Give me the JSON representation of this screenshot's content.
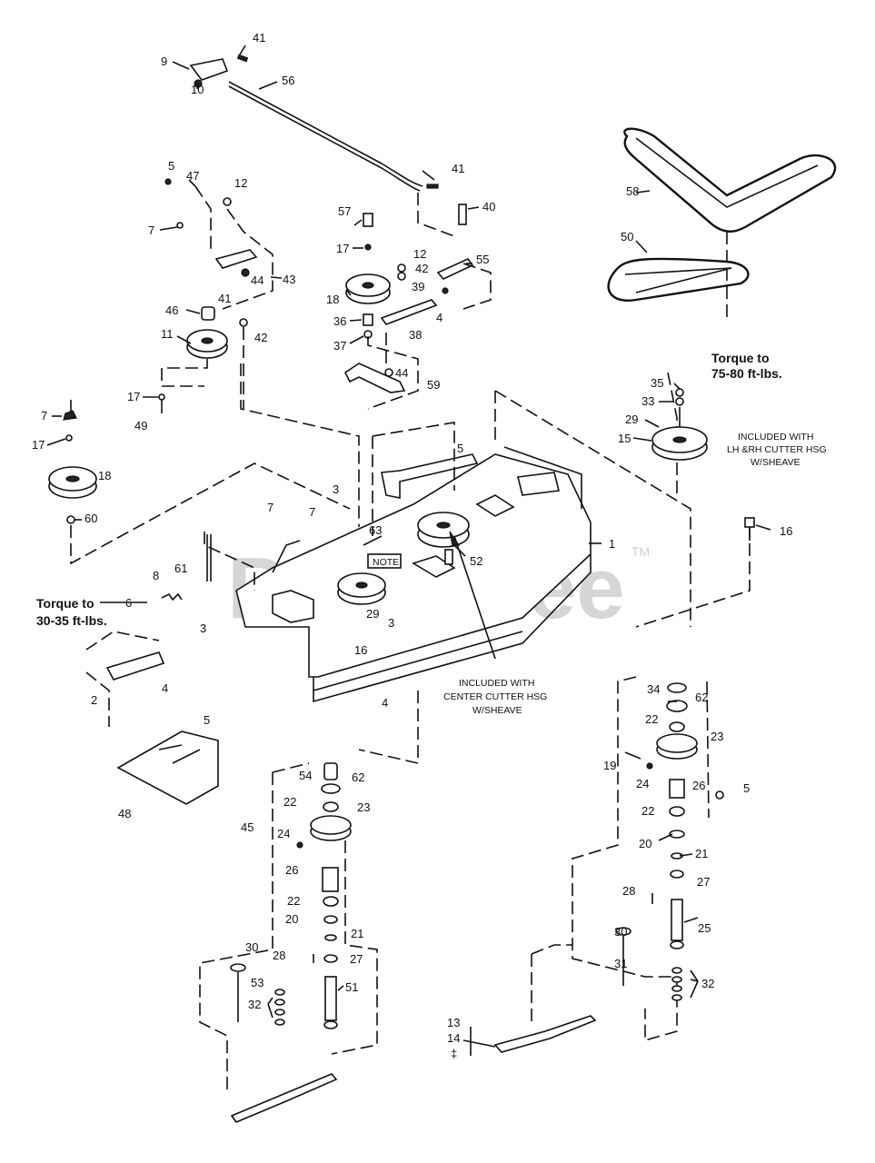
{
  "watermark": {
    "text": "PartsTree",
    "tm": "TM"
  },
  "notes": {
    "torque_top_line1": "Torque to",
    "torque_top_line2": "75-80 ft-lbs.",
    "torque_left_line1": "Torque to",
    "torque_left_line2": "30-35 ft-lbs.",
    "lh_rh_line1": "INCLUDED WITH",
    "lh_rh_line2": "LH &RH CUTTER HSG",
    "lh_rh_line3": "W/SHEAVE",
    "center_line1": "INCLUDED WITH",
    "center_line2": "CENTER CUTTER HSG",
    "center_line3": "W/SHEAVE",
    "note_box": "NOTE"
  },
  "callouts": [
    {
      "id": "c41a",
      "text": "41"
    },
    {
      "id": "c9",
      "text": "9"
    },
    {
      "id": "c10",
      "text": "10"
    },
    {
      "id": "c56",
      "text": "56"
    },
    {
      "id": "c41b",
      "text": "41"
    },
    {
      "id": "c5a",
      "text": "5"
    },
    {
      "id": "c47",
      "text": "47"
    },
    {
      "id": "c12a",
      "text": "12"
    },
    {
      "id": "c7a",
      "text": "7"
    },
    {
      "id": "c43",
      "text": "43"
    },
    {
      "id": "c44a",
      "text": "44"
    },
    {
      "id": "c41c",
      "text": "41"
    },
    {
      "id": "c46",
      "text": "46"
    },
    {
      "id": "c42a",
      "text": "42"
    },
    {
      "id": "c11",
      "text": "11"
    },
    {
      "id": "c17a",
      "text": "17"
    },
    {
      "id": "c49",
      "text": "49"
    },
    {
      "id": "c7b",
      "text": "7"
    },
    {
      "id": "c17b",
      "text": "17"
    },
    {
      "id": "c18a",
      "text": "18"
    },
    {
      "id": "c60",
      "text": "60"
    },
    {
      "id": "c57",
      "text": "57"
    },
    {
      "id": "c17c",
      "text": "17"
    },
    {
      "id": "c18b",
      "text": "18"
    },
    {
      "id": "c36",
      "text": "36"
    },
    {
      "id": "c37",
      "text": "37"
    },
    {
      "id": "c40",
      "text": "40"
    },
    {
      "id": "c12b",
      "text": "12"
    },
    {
      "id": "c42b",
      "text": "42"
    },
    {
      "id": "c55",
      "text": "55"
    },
    {
      "id": "c39",
      "text": "39"
    },
    {
      "id": "c4a",
      "text": "4"
    },
    {
      "id": "c38",
      "text": "38"
    },
    {
      "id": "c44b",
      "text": "44"
    },
    {
      "id": "c59",
      "text": "59"
    },
    {
      "id": "c58",
      "text": "58"
    },
    {
      "id": "c50",
      "text": "50"
    },
    {
      "id": "c35",
      "text": "35"
    },
    {
      "id": "c33",
      "text": "33"
    },
    {
      "id": "c29a",
      "text": "29"
    },
    {
      "id": "c15",
      "text": "15"
    },
    {
      "id": "c5b",
      "text": "5"
    },
    {
      "id": "c16a",
      "text": "16"
    },
    {
      "id": "c1",
      "text": "1"
    },
    {
      "id": "c3a",
      "text": "3"
    },
    {
      "id": "c7c",
      "text": "7"
    },
    {
      "id": "c7d",
      "text": "7"
    },
    {
      "id": "c63",
      "text": "63"
    },
    {
      "id": "c52",
      "text": "52"
    },
    {
      "id": "c61",
      "text": "61"
    },
    {
      "id": "c8",
      "text": "8"
    },
    {
      "id": "c6",
      "text": "6"
    },
    {
      "id": "c29b",
      "text": "29"
    },
    {
      "id": "c3b",
      "text": "3"
    },
    {
      "id": "c3c",
      "text": "3"
    },
    {
      "id": "c16b",
      "text": "16"
    },
    {
      "id": "c2",
      "text": "2"
    },
    {
      "id": "c4b",
      "text": "4"
    },
    {
      "id": "c5c",
      "text": "5"
    },
    {
      "id": "c48",
      "text": "48"
    },
    {
      "id": "c4c",
      "text": "4"
    },
    {
      "id": "c34",
      "text": "34"
    },
    {
      "id": "c62a",
      "text": "62"
    },
    {
      "id": "c22a",
      "text": "22"
    },
    {
      "id": "c23a",
      "text": "23"
    },
    {
      "id": "c19",
      "text": "19"
    },
    {
      "id": "c24a",
      "text": "24"
    },
    {
      "id": "c26a",
      "text": "26"
    },
    {
      "id": "c5d",
      "text": "5"
    },
    {
      "id": "c22b",
      "text": "22"
    },
    {
      "id": "c20a",
      "text": "20"
    },
    {
      "id": "c21a",
      "text": "21"
    },
    {
      "id": "c27a",
      "text": "27"
    },
    {
      "id": "c28a",
      "text": "28"
    },
    {
      "id": "c25",
      "text": "25"
    },
    {
      "id": "c30a",
      "text": "30"
    },
    {
      "id": "c31",
      "text": "31"
    },
    {
      "id": "c32a",
      "text": "32"
    },
    {
      "id": "c13",
      "text": "13"
    },
    {
      "id": "c14",
      "text": "14"
    },
    {
      "id": "cdag",
      "text": "‡"
    },
    {
      "id": "c54",
      "text": "54"
    },
    {
      "id": "c62b",
      "text": "62"
    },
    {
      "id": "c22c",
      "text": "22"
    },
    {
      "id": "c23b",
      "text": "23"
    },
    {
      "id": "c45",
      "text": "45"
    },
    {
      "id": "c24b",
      "text": "24"
    },
    {
      "id": "c26b",
      "text": "26"
    },
    {
      "id": "c22d",
      "text": "22"
    },
    {
      "id": "c20b",
      "text": "20"
    },
    {
      "id": "c21b",
      "text": "21"
    },
    {
      "id": "c28b",
      "text": "28"
    },
    {
      "id": "c27b",
      "text": "27"
    },
    {
      "id": "c30b",
      "text": "30"
    },
    {
      "id": "c53",
      "text": "53"
    },
    {
      "id": "c32b",
      "text": "32"
    },
    {
      "id": "c51",
      "text": "51"
    }
  ]
}
